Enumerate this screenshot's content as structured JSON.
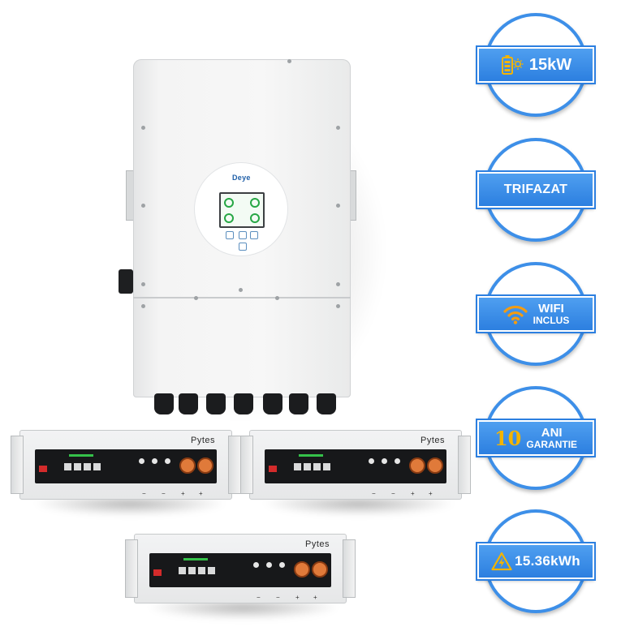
{
  "image": {
    "inverter": {
      "brand": "Deye"
    },
    "batteries": [
      {
        "brand": "Pytes",
        "terminals": [
          "−",
          "−",
          "+",
          "+"
        ]
      },
      {
        "brand": "Pytes",
        "terminals": [
          "−",
          "−",
          "+",
          "+"
        ]
      },
      {
        "brand": "Pytes",
        "terminals": [
          "−",
          "−",
          "+",
          "+"
        ]
      }
    ]
  },
  "badges": [
    {
      "icon": "battery-sun-icon",
      "text": "15kW"
    },
    {
      "text": "TRIFAZAT"
    },
    {
      "icon": "wifi-icon",
      "line1": "WIFI",
      "line2": "INCLUS"
    },
    {
      "number": "10",
      "line1": "ANI",
      "line2": "GARANTIE"
    },
    {
      "icon": "warning-bolt-icon",
      "text": "15.36kWh"
    }
  ],
  "colors": {
    "badge_blue": "#3d8fe8",
    "badge_fill": "#2c7fe0",
    "accent_yellow": "#f4b400",
    "wifi_orange": "#f39c12"
  }
}
